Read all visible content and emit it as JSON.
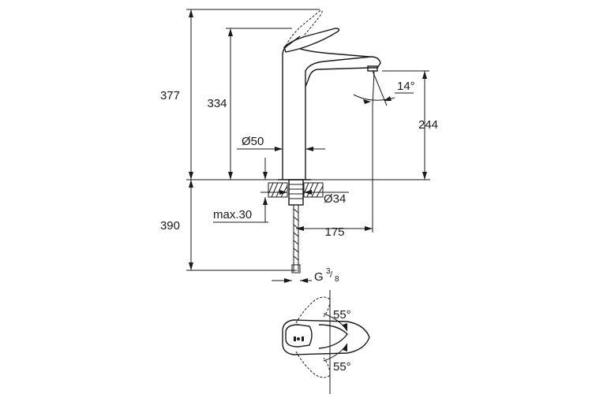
{
  "diagram": {
    "subject": "single-lever basin mixer, tall spout",
    "dimensions": {
      "total_height": "377",
      "spout_height": "334",
      "outlet_height": "244",
      "below_deck": "390",
      "body_diameter": "Ø50",
      "hole_diameter": "Ø34",
      "deck_thickness": "max.30",
      "projection": "175",
      "outlet_angle": "14°",
      "thread_base": "G",
      "thread_num": "3",
      "thread_den": "8",
      "lever_up_angle": "55°",
      "lever_down_angle": "55°"
    }
  }
}
